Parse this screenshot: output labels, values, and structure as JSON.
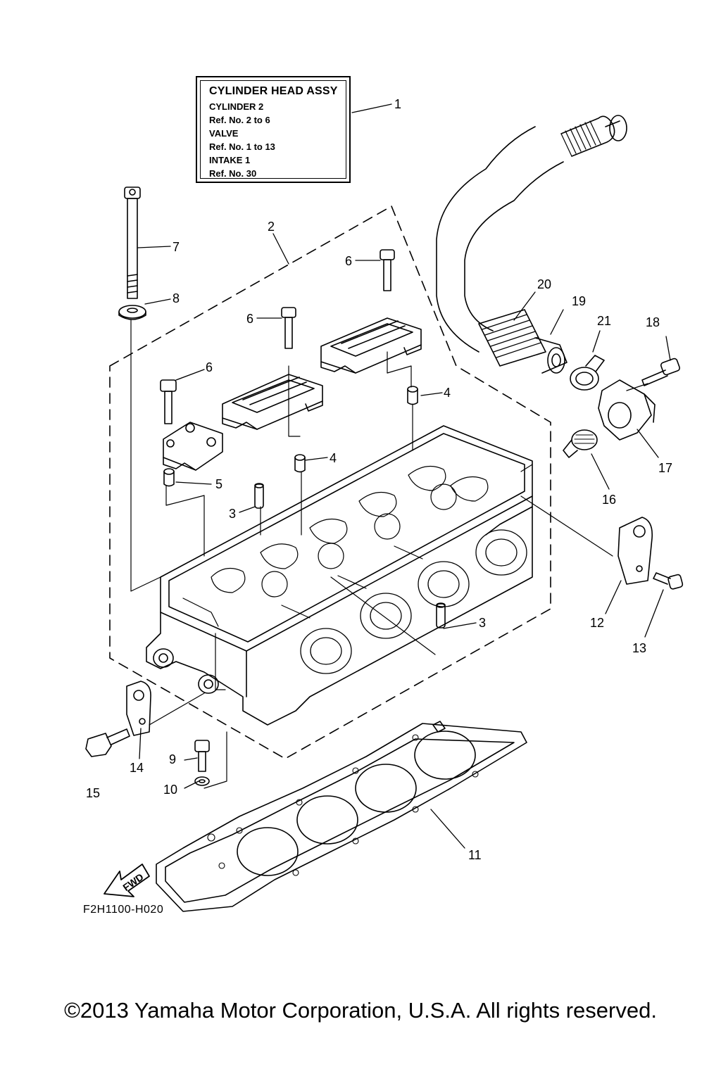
{
  "legend": {
    "title": "CYLINDER HEAD ASSY",
    "lines": [
      "CYLINDER 2",
      "Ref. No. 2 to 6",
      "VALVE",
      "Ref. No. 1 to 13",
      "INTAKE 1",
      "Ref. No. 30"
    ]
  },
  "callouts": [
    "1",
    "2",
    "3",
    "3",
    "4",
    "4",
    "5",
    "6",
    "6",
    "6",
    "7",
    "8",
    "9",
    "10",
    "11",
    "12",
    "13",
    "14",
    "15",
    "16",
    "17",
    "18",
    "19",
    "20",
    "21"
  ],
  "fwd_label": "FWD",
  "ref_code": "F2H1100-H020",
  "copyright": "©2013 Yamaha Motor Corporation, U.S.A. All rights reserved."
}
